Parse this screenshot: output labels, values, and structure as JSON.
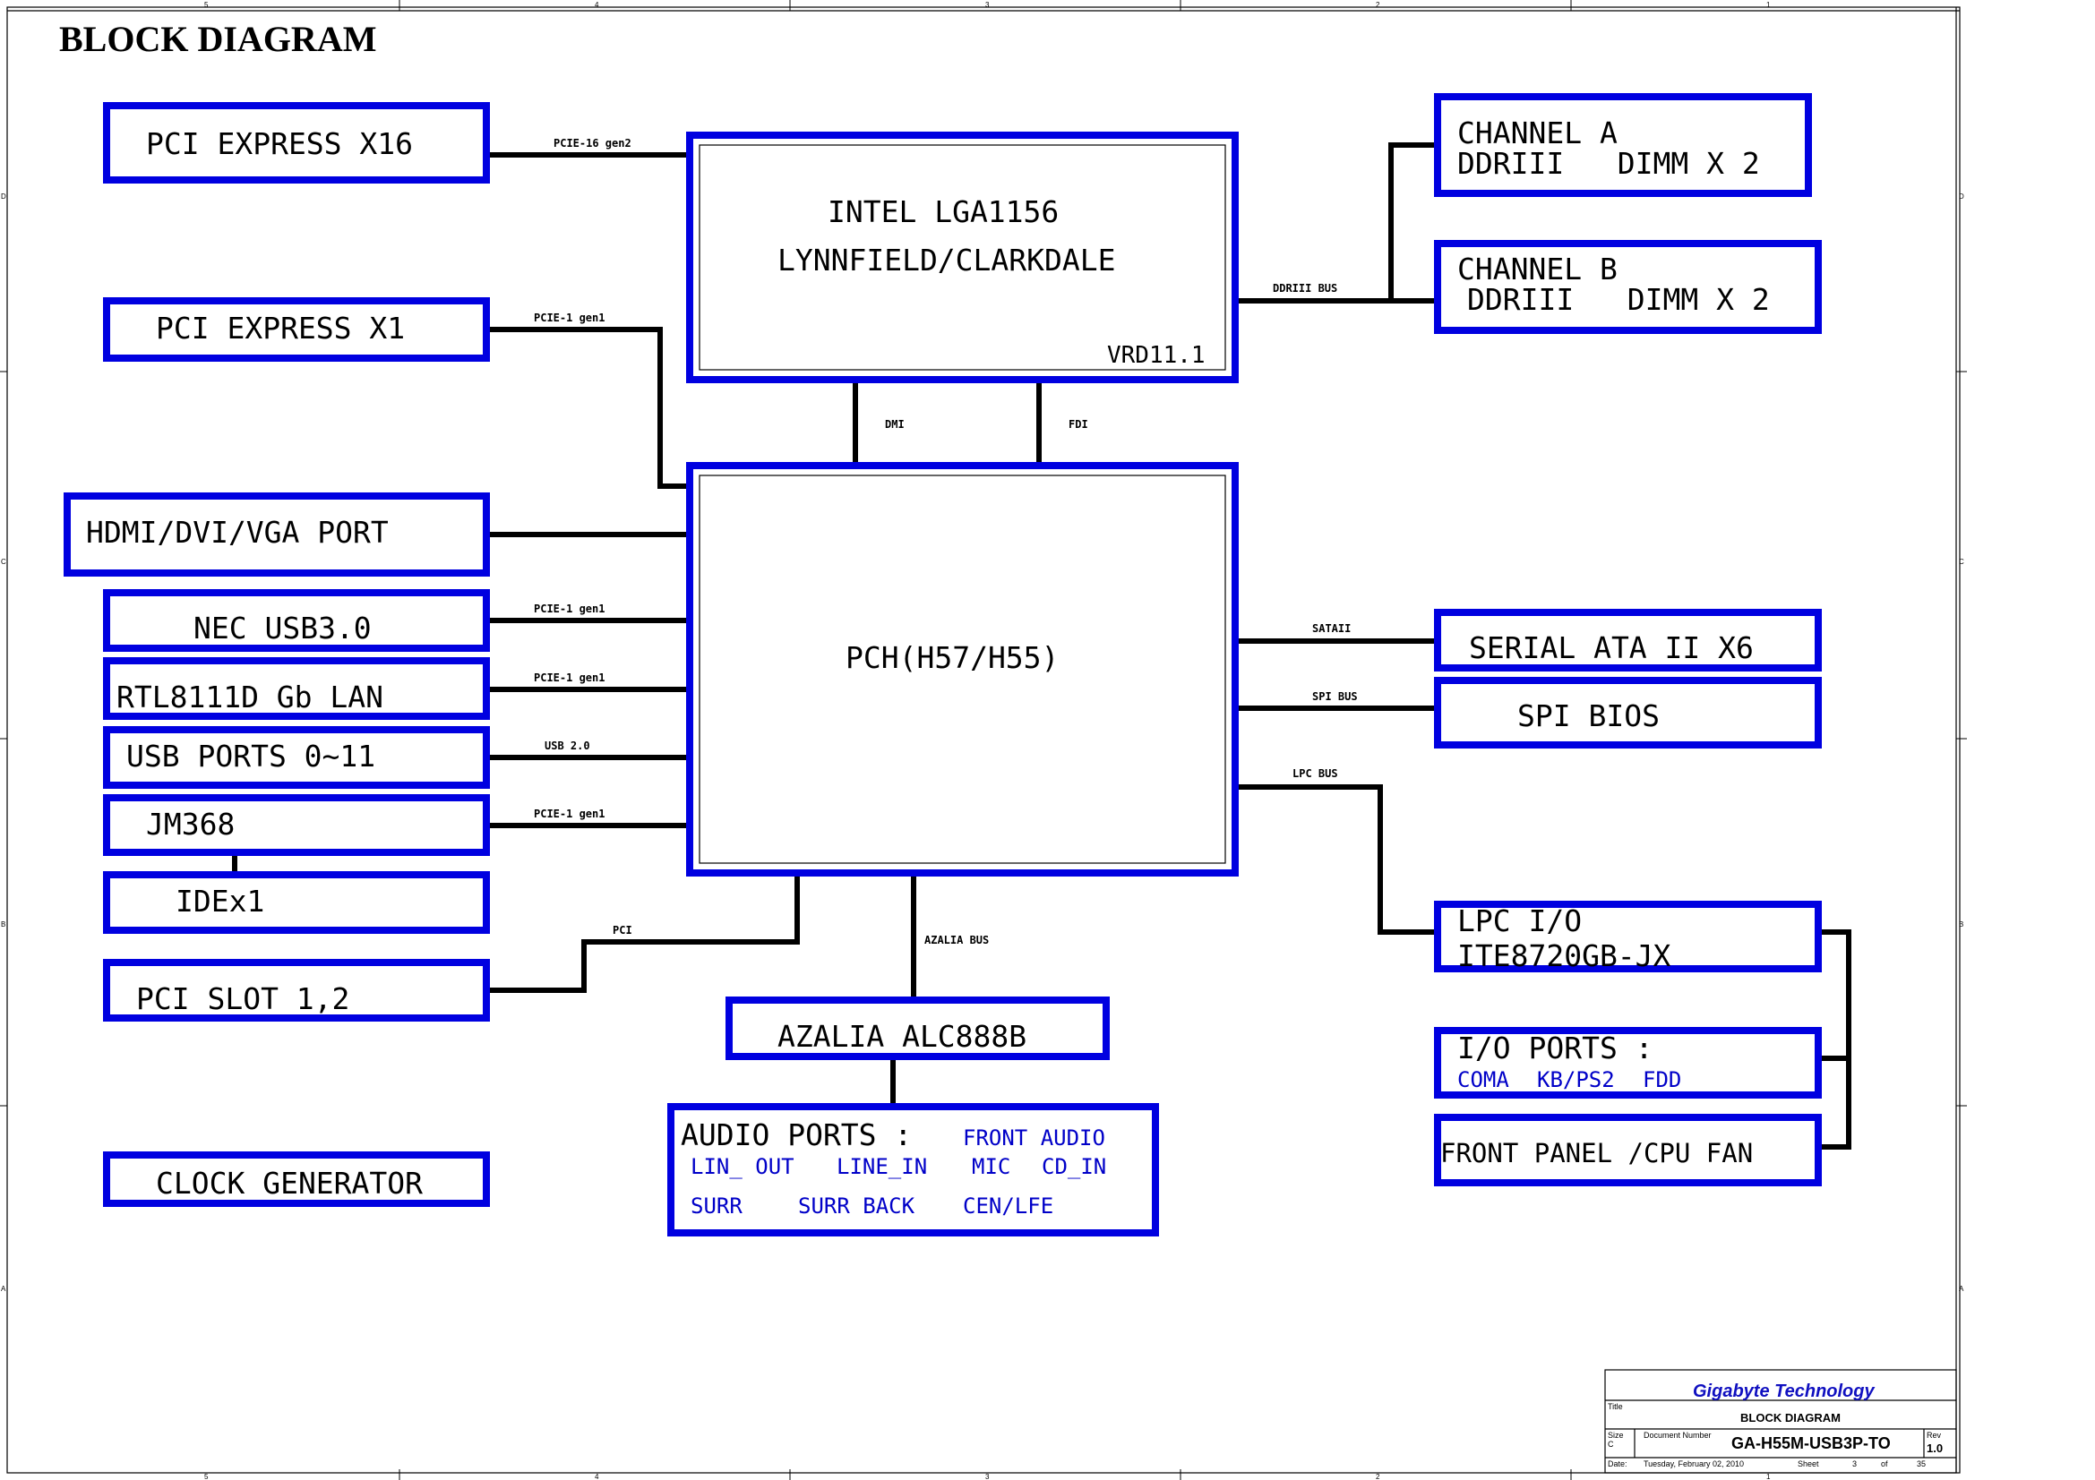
{
  "title": "BLOCK DIAGRAM",
  "cpu": {
    "line1": "INTEL LGA1156",
    "line2": "LYNNFIELD/CLARKDALE",
    "vrd": "VRD11.1"
  },
  "pch": {
    "label": "PCH(H57/H55)"
  },
  "blocks": {
    "pcie_x16": "PCI EXPRESS X16",
    "pcie_x1": "PCI EXPRESS X1",
    "hdmi": "HDMI/DVI/VGA PORT",
    "nec_usb": "NEC USB3.0",
    "rtl_lan": "RTL8111D Gb LAN",
    "usb_ports": "USB PORTS 0~11",
    "jm368": "JM368",
    "ide": "IDEx1",
    "pci_slot": "PCI SLOT 1,2",
    "clock_gen": "CLOCK GENERATOR",
    "azalia": "AZALIA ALC888B",
    "channel_a_1": "CHANNEL A",
    "channel_a_2": "DDRIII   DIMM X 2",
    "channel_b_1": "CHANNEL B",
    "channel_b_2": "DDRIII   DIMM X 2",
    "sata": "SERIAL ATA II X6",
    "spi_bios": "SPI BIOS",
    "lpc_io_1": "LPC I/O",
    "lpc_io_2": "ITE8720GB-JX",
    "io_ports": "I/O PORTS  :",
    "front_panel": "FRONT PANEL /CPU FAN"
  },
  "io_ports_sub": [
    "COMA",
    "KB/PS2",
    "FDD"
  ],
  "audio": {
    "header": "AUDIO PORTS  :",
    "items": [
      "FRONT AUDIO",
      "LIN_ OUT",
      "LINE_IN",
      "MIC",
      "CD_IN",
      "SURR",
      "SURR BACK",
      "CEN/LFE"
    ]
  },
  "buses": {
    "pcie16": "PCIE-16 gen2",
    "pcie1_a": "PCIE-1 gen1",
    "pcie1_b": "PCIE-1 gen1",
    "pcie1_c": "PCIE-1 gen1",
    "pcie1_d": "PCIE-1 gen1",
    "usb2": "USB 2.0",
    "pci": "PCI",
    "azalia_bus": "AZALIA BUS",
    "dmi": "DMI",
    "fdi": "FDI",
    "ddr3_bus": "DDRIII BUS",
    "sata2": "SATAII",
    "spi_bus": "SPI BUS",
    "lpc_bus": "LPC BUS"
  },
  "title_block": {
    "company": "Gigabyte Technology",
    "title_label": "Title",
    "title": "BLOCK DIAGRAM",
    "size_label": "Size",
    "size": "C",
    "docnum_label": "Document Number",
    "docnum": "GA-H55M-USB3P-TO",
    "rev_label": "Rev",
    "rev": "1.0",
    "date_label": "Date:",
    "date": "Tuesday, February 02, 2010",
    "sheet_label": "Sheet",
    "sheet": "3",
    "of_label": "of",
    "total": "35"
  },
  "border_marks": {
    "columns": [
      "5",
      "4",
      "3",
      "2",
      "1"
    ],
    "rows": [
      "D",
      "C",
      "B",
      "A"
    ]
  }
}
